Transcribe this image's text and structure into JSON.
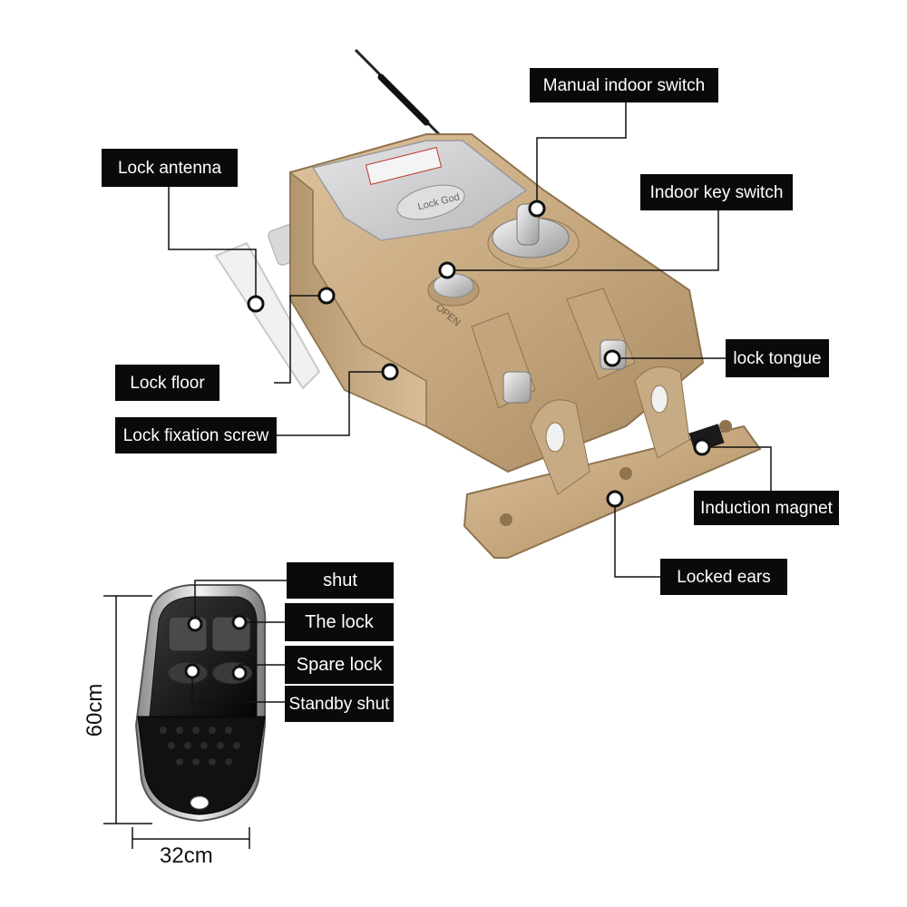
{
  "lock_labels": {
    "manual_indoor_switch": "Manual indoor switch",
    "lock_antenna": "Lock antenna",
    "indoor_key_switch": "Indoor key switch",
    "lock_tongue": "lock tongue",
    "lock_floor": "Lock floor",
    "lock_fixation_screw": "Lock fixation screw",
    "induction_magnet": "Induction magnet",
    "locked_ears": "Locked ears"
  },
  "remote_labels": {
    "shut": "shut",
    "the_lock": "The lock",
    "spare_lock": "Spare lock",
    "standby_shut": "Standby shut"
  },
  "remote_dimensions": {
    "height": "60cm",
    "width": "32cm"
  },
  "product_marks": {
    "brand": "Lock God",
    "side_text": "OPEN"
  },
  "colors": {
    "body_gold": "#c9ad86",
    "panel_grey": "#cfcfd1",
    "label_bg": "#0a0a0a",
    "leader_line": "#111111"
  }
}
